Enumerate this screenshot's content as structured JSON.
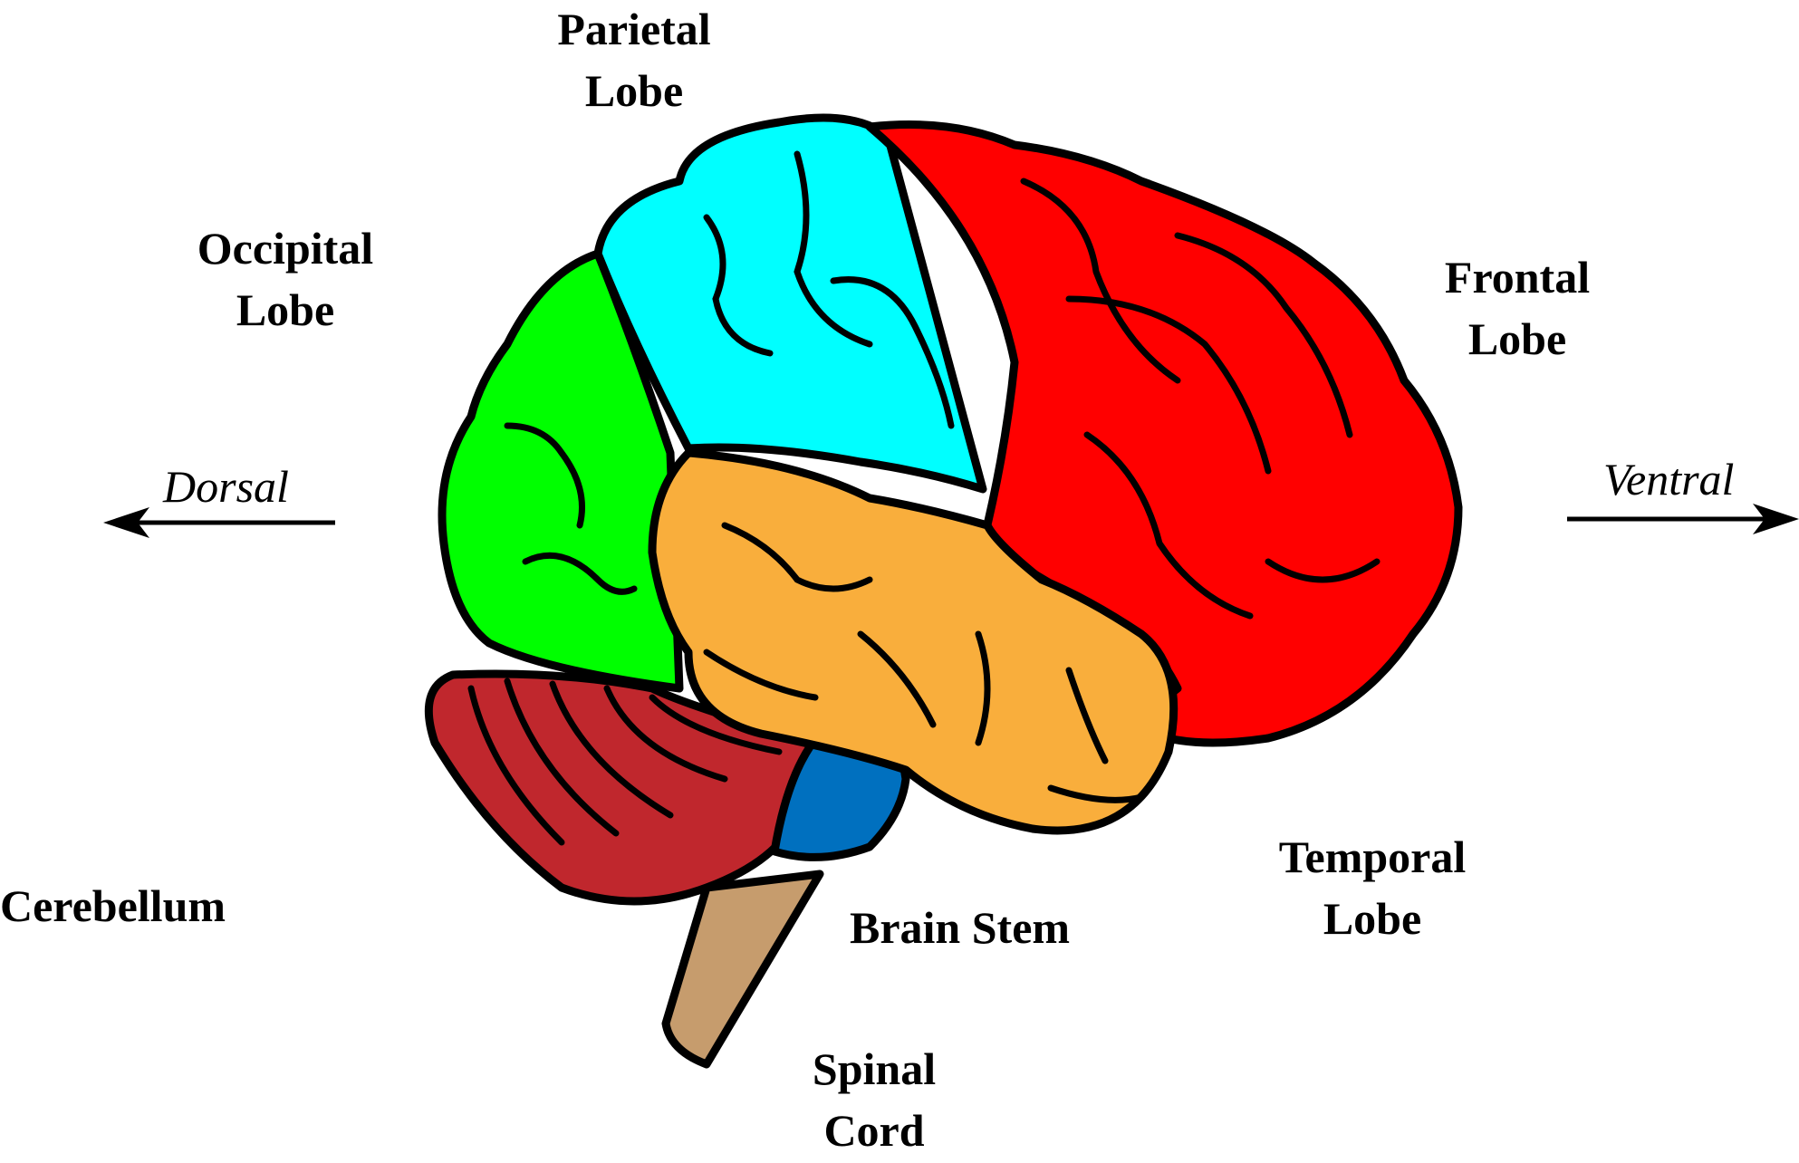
{
  "labels": {
    "parietal": [
      "Parietal",
      "Lobe"
    ],
    "occipital": [
      "Occipital",
      "Lobe"
    ],
    "frontal": [
      "Frontal",
      "Lobe"
    ],
    "temporal": [
      "Temporal",
      "Lobe"
    ],
    "cerebellum": "Cerebellum",
    "brain_stem": "Brain Stem",
    "spinal_cord": [
      "Spinal",
      "Cord"
    ]
  },
  "directions": {
    "left": "Dorsal",
    "right": "Ventral"
  },
  "colors": {
    "frontal": "#ff0000",
    "parietal": "#00ffff",
    "occipital": "#00ff00",
    "temporal": "#f9ae3c",
    "cerebellum": "#c0272d",
    "brain_stem": "#0070bf",
    "spinal_cord": "#c69c6d",
    "outline": "#000000"
  }
}
